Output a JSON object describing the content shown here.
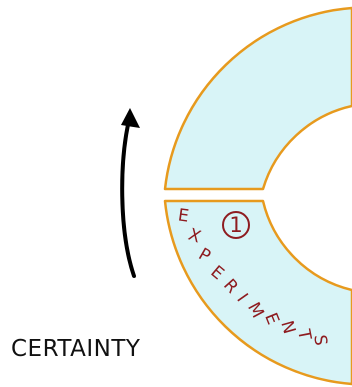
{
  "diagram": {
    "colors": {
      "fill": "#d8f4f7",
      "outline": "#e79a1e",
      "text": "#8e1c20",
      "arrow": "#000000"
    },
    "stage": {
      "number": "1",
      "label_letters": [
        "E",
        "X",
        "P",
        "E",
        "R",
        "I",
        "M",
        "E",
        "N",
        "T",
        "S"
      ]
    },
    "axis_label": "CERTAINTY"
  }
}
